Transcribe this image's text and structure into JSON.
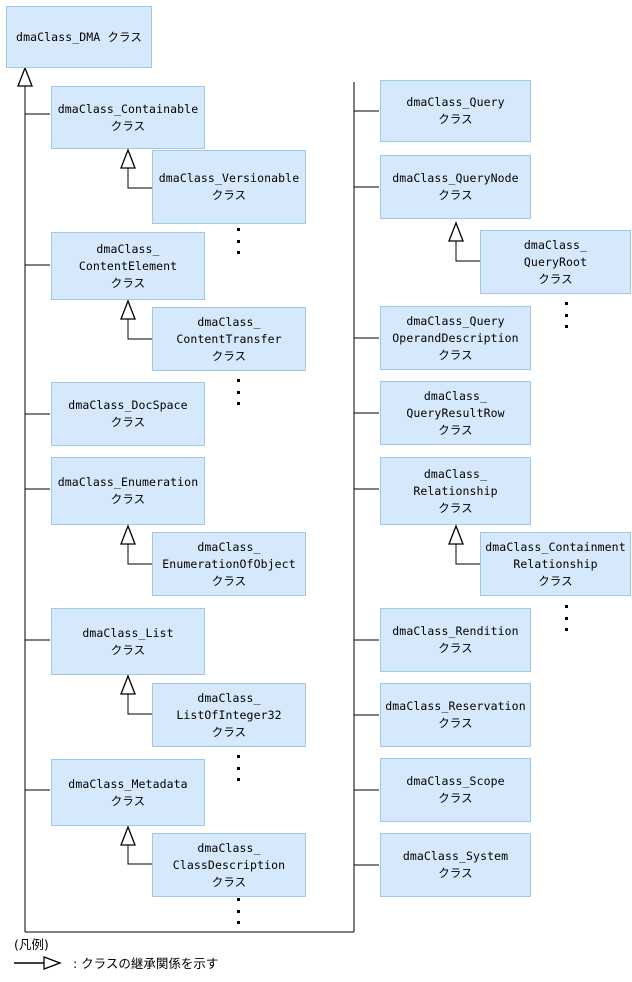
{
  "diagram": {
    "title": "dmaClass class hierarchy diagram",
    "suffix": "クラス",
    "colors": {
      "node_fill": "#d6e8fb",
      "node_border": "#9ec9e8",
      "line": "#000000",
      "background": "#ffffff"
    },
    "root": {
      "label": "dmaClass_DMA クラス",
      "name": "dmaClass_DMA"
    },
    "left_column": [
      {
        "name": "dmaClass_Containable",
        "label": "dmaClass_Containable\nクラス"
      },
      {
        "name": "dmaClass_Versionable",
        "label": "dmaClass_Versionable\nクラス"
      },
      {
        "name": "dmaClass_ContentElement",
        "label": "dmaClass_\nContentElement\nクラス"
      },
      {
        "name": "dmaClass_ContentTransfer",
        "label": "dmaClass_\nContentTransfer\nクラス"
      },
      {
        "name": "dmaClass_DocSpace",
        "label": "dmaClass_DocSpace\nクラス"
      },
      {
        "name": "dmaClass_Enumeration",
        "label": "dmaClass_Enumeration\nクラス"
      },
      {
        "name": "dmaClass_EnumerationOfObject",
        "label": "dmaClass_\nEnumerationOfObject\nクラス"
      },
      {
        "name": "dmaClass_List",
        "label": "dmaClass_List\nクラス"
      },
      {
        "name": "dmaClass_ListOfInteger32",
        "label": "dmaClass_\nListOfInteger32\nクラス"
      },
      {
        "name": "dmaClass_Metadata",
        "label": "dmaClass_Metadata\nクラス"
      },
      {
        "name": "dmaClass_ClassDescription",
        "label": "dmaClass_\nClassDescription\nクラス"
      }
    ],
    "right_column": [
      {
        "name": "dmaClass_Query",
        "label": "dmaClass_Query\nクラス"
      },
      {
        "name": "dmaClass_QueryNode",
        "label": "dmaClass_QueryNode\nクラス"
      },
      {
        "name": "dmaClass_QueryRoot",
        "label": "dmaClass_\nQueryRoot\nクラス"
      },
      {
        "name": "dmaClass_QueryOperandDescription",
        "label": "dmaClass_Query\nOperandDescription\nクラス"
      },
      {
        "name": "dmaClass_QueryResultRow",
        "label": "dmaClass_\nQueryResultRow\nクラス"
      },
      {
        "name": "dmaClass_Relationship",
        "label": "dmaClass_\nRelationship\nクラス"
      },
      {
        "name": "dmaClass_ContainmentRelationship",
        "label": "dmaClass_Containment\nRelationship\nクラス"
      },
      {
        "name": "dmaClass_Rendition",
        "label": "dmaClass_Rendition\nクラス"
      },
      {
        "name": "dmaClass_Reservation",
        "label": "dmaClass_Reservation\nクラス"
      },
      {
        "name": "dmaClass_Scope",
        "label": "dmaClass_Scope\nクラス"
      },
      {
        "name": "dmaClass_System",
        "label": "dmaClass_System\nクラス"
      }
    ],
    "legend": {
      "title": "(凡例)",
      "description": ": クラスの継承関係を示す",
      "symbol": "generalization-arrow"
    },
    "ellipsis_marker": "vertical-ellipsis"
  }
}
